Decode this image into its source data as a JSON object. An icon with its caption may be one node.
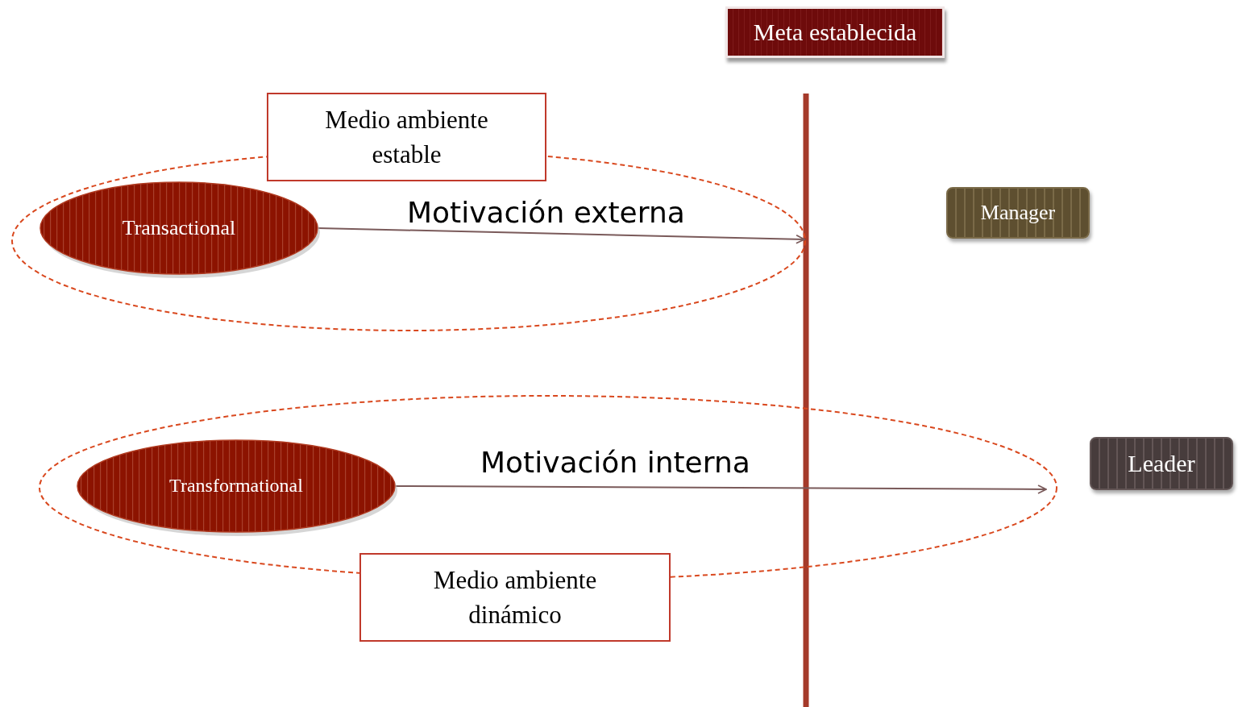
{
  "diagram": {
    "nodes": [
      {
        "text": [
          "Meta establecida"
        ]
      },
      {
        "text": [],
        "shape": "ellipse"
      },
      {
        "text": [
          "Medio ambiente estable"
        ]
      },
      {
        "text": [
          "Transactional"
        ],
        "in": 1
      },
      {
        "text": [
          "Manager"
        ]
      },
      {
        "text": [],
        "shape": "ellipse"
      },
      {
        "text": [
          "Transformational"
        ],
        "in": 5
      },
      {
        "text": [
          "Medio ambiente dinámico"
        ]
      },
      {
        "text": [
          "Leader"
        ]
      }
    ],
    "edges": [
      {
        "from": 3,
        "to": null,
        "arrow": "to",
        "label": "Motivación externa"
      },
      {
        "from": 6,
        "to": null,
        "arrow": "to",
        "label": "Motivación interna"
      }
    ]
  }
}
